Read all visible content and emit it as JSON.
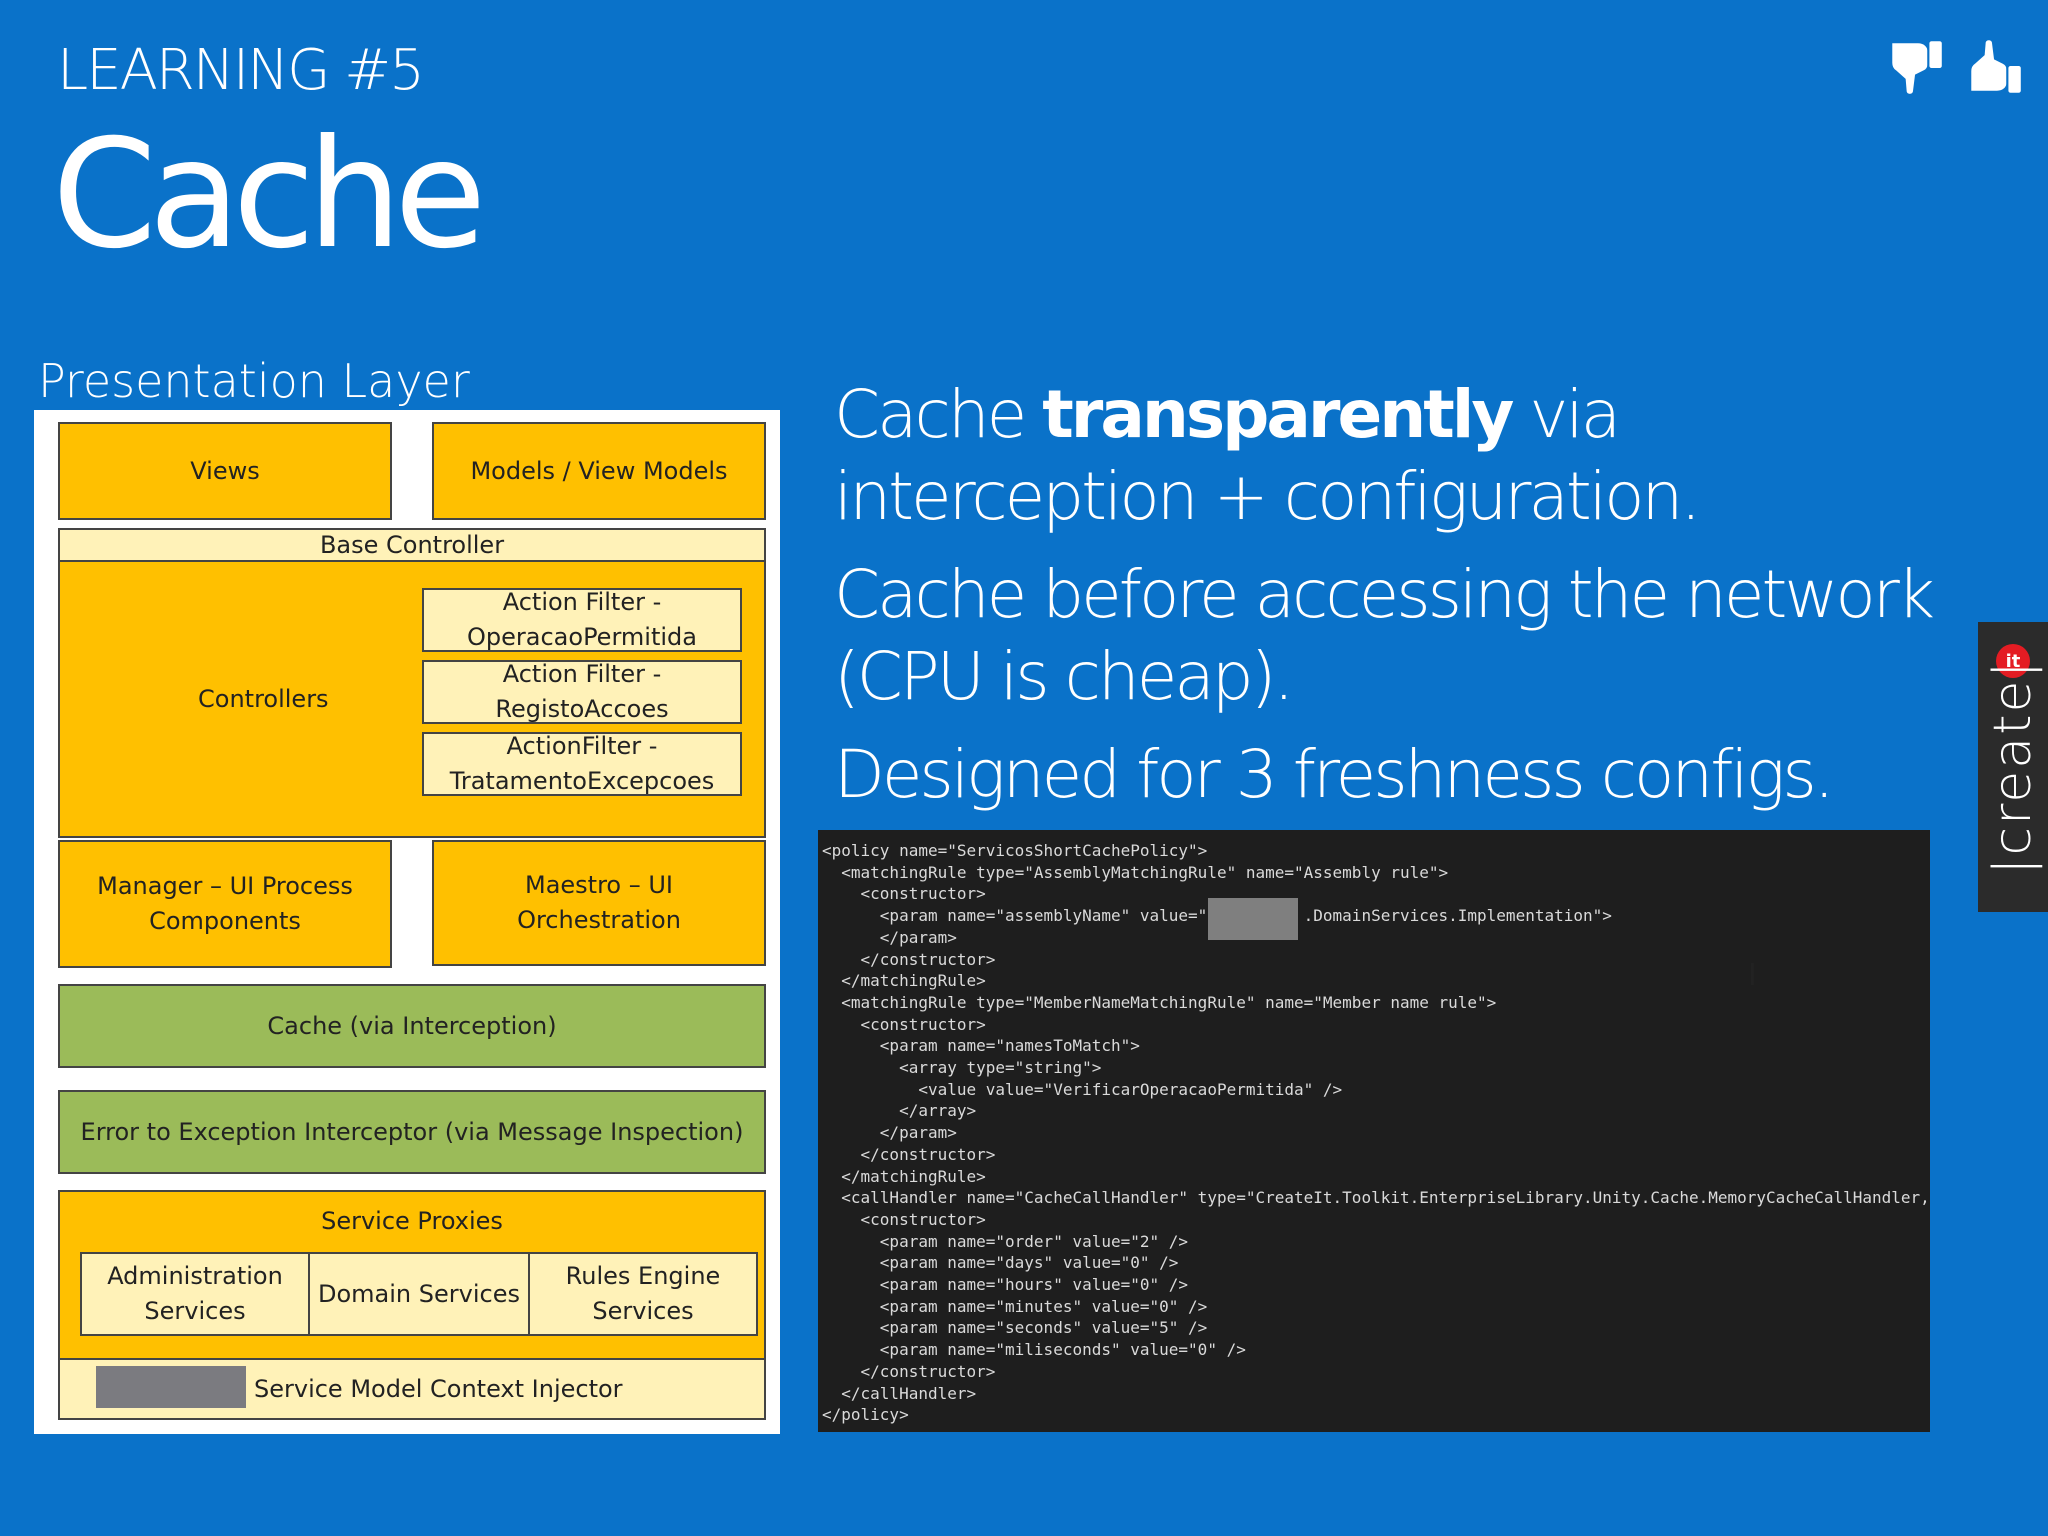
{
  "slide": {
    "kicker": "LEARNING #5",
    "title": "Cache",
    "layer_label": "Presentation Layer"
  },
  "icons": {
    "feedback_down": "thumbs-down-icon",
    "feedback_up": "thumbs-up-icon"
  },
  "diagram": {
    "views": "Views",
    "models": "Models / View Models",
    "base_controller": "Base Controller",
    "controllers": "Controllers",
    "filter1": "Action Filter -\nOperacaoPermitida",
    "filter2": "Action Filter -\nRegistoAccoes",
    "filter3": "ActionFilter -\nTratamentoExcepcoes",
    "manager": "Manager – UI Process\nComponents",
    "maestro": "Maestro – UI\nOrchestration",
    "cache": "Cache (via Interception)",
    "error": "Error to Exception Interceptor (via Message Inspection)",
    "service_proxies": "Service Proxies",
    "admin": "Administration\nServices",
    "domain": "Domain Services",
    "rules": "Rules Engine\nServices",
    "injector": "Service Model Context Injector",
    "colors": {
      "yellow": "#ffc000",
      "green": "#9bbb59",
      "light_yellow": "#fff2b8"
    }
  },
  "bullets": {
    "b1_pre": "Cache ",
    "b1_bold": "transparently",
    "b1_post": " via interception + configuration.",
    "b2": "Cache before accessing the network (CPU is cheap).",
    "b3": "Designed for 3 freshness configs."
  },
  "code": {
    "text": "<policy name=\"ServicosShortCachePolicy\">\n  <matchingRule type=\"AssemblyMatchingRule\" name=\"Assembly rule\">\n    <constructor>\n      <param name=\"assemblyName\" value=\"          .DomainServices.Implementation\">\n      </param>\n    </constructor>\n  </matchingRule>\n  <matchingRule type=\"MemberNameMatchingRule\" name=\"Member name rule\">\n    <constructor>\n      <param name=\"namesToMatch\">\n        <array type=\"string\">\n          <value value=\"VerificarOperacaoPermitida\" />\n        </array>\n      </param>\n    </constructor>\n  </matchingRule>\n  <callHandler name=\"CacheCallHandler\" type=\"CreateIt.Toolkit.EnterpriseLibrary.Unity.Cache.MemoryCacheCallHandler,\n    <constructor>\n      <param name=\"order\" value=\"2\" />\n      <param name=\"days\" value=\"0\" />\n      <param name=\"hours\" value=\"0\" />\n      <param name=\"minutes\" value=\"0\" />\n      <param name=\"seconds\" value=\"5\" />\n      <param name=\"miliseconds\" value=\"0\" />\n    </constructor>\n  </callHandler>\n</policy>"
  },
  "badge": {
    "text": "|create|",
    "dot": "it"
  }
}
